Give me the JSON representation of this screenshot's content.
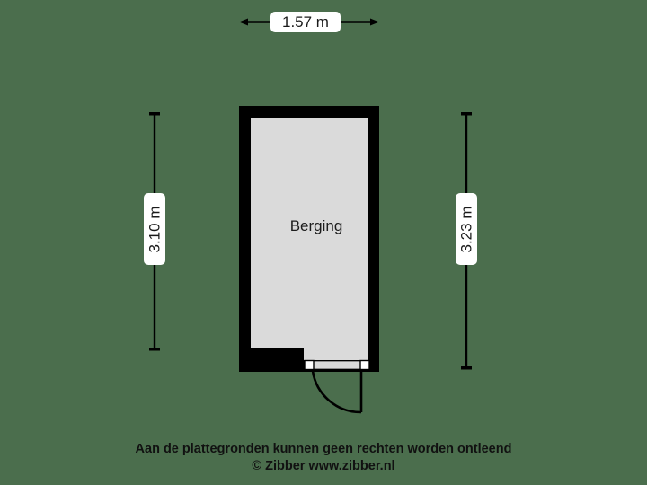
{
  "page": {
    "background_color": "#4b6e4d",
    "type": "floor-plan"
  },
  "plan": {
    "room_label": "Berging",
    "room_fill_color": "#dadada",
    "wall_color": "#000000",
    "door": {
      "name": "swing-door",
      "threshold_color": "#d9d9d9"
    }
  },
  "dimensions": {
    "top": {
      "value": "1.57 m",
      "orientation": "horizontal",
      "measures": "width"
    },
    "left": {
      "value": "3.10 m",
      "orientation": "vertical",
      "measures": "inner-depth"
    },
    "right": {
      "value": "3.23 m",
      "orientation": "vertical",
      "measures": "outer-depth"
    }
  },
  "footer": {
    "line1": "Aan de plattegronden kunnen geen rechten worden ontleend",
    "line2": "© Zibber www.zibber.nl"
  }
}
